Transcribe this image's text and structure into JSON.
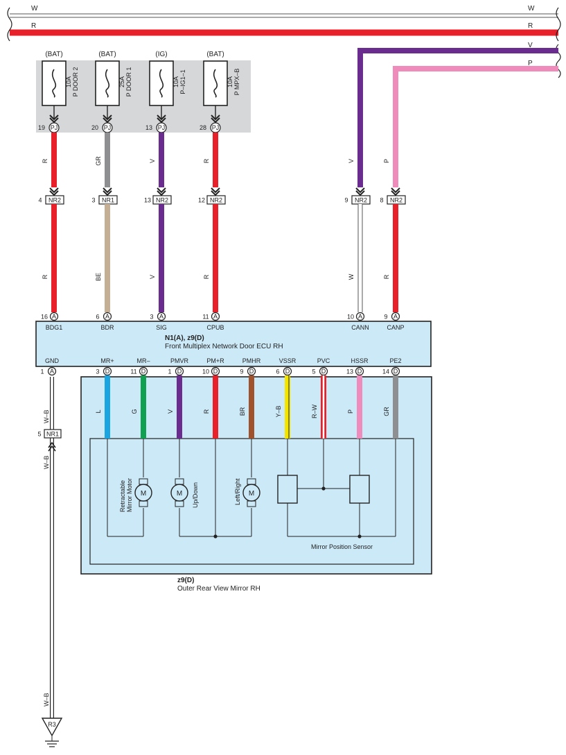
{
  "bus": {
    "w": "W",
    "r": "R",
    "v": "V",
    "p": "P"
  },
  "fuses": [
    {
      "source": "(BAT)",
      "rating": "10A",
      "name": "P DOOR 2",
      "pin": "19",
      "conn": "PJ"
    },
    {
      "source": "(BAT)",
      "rating": "25A",
      "name": "P DOOR 1",
      "pin": "20",
      "conn": "PJ"
    },
    {
      "source": "(IG)",
      "rating": "10A",
      "name": "P–IG1–1",
      "pin": "13",
      "conn": "PJ"
    },
    {
      "source": "(BAT)",
      "rating": "10A",
      "name": "P MPX–B",
      "pin": "28",
      "conn": "PJ"
    }
  ],
  "upper_wires": [
    {
      "color_code": "R",
      "color": "#e8202a"
    },
    {
      "color_code": "GR",
      "color": "#8e8f91"
    },
    {
      "color_code": "V",
      "color": "#6a2c8e"
    },
    {
      "color_code": "R",
      "color": "#e8202a"
    },
    {
      "color_code": "V",
      "color": "#6a2c8e"
    },
    {
      "color_code": "P",
      "color": "#f08cbc"
    }
  ],
  "junctions": [
    {
      "pin": "4",
      "conn": "NR2"
    },
    {
      "pin": "3",
      "conn": "NR1"
    },
    {
      "pin": "13",
      "conn": "NR2"
    },
    {
      "pin": "12",
      "conn": "NR2"
    },
    {
      "pin": "9",
      "conn": "NR2"
    },
    {
      "pin": "8",
      "conn": "NR2"
    }
  ],
  "lower_wires": [
    {
      "color_code": "R",
      "color": "#e8202a"
    },
    {
      "color_code": "BE",
      "color": "#c4ae94"
    },
    {
      "color_code": "V",
      "color": "#6a2c8e"
    },
    {
      "color_code": "R",
      "color": "#e8202a"
    },
    {
      "color_code": "W",
      "color": "#ffffff"
    },
    {
      "color_code": "R",
      "color": "#e8202a"
    }
  ],
  "ecu": {
    "title": "N1(A), z9(D)",
    "subtitle": "Front Multiplex Network Door ECU RH",
    "top_pins": [
      {
        "pin": "16",
        "conn": "A",
        "signal": "BDG1"
      },
      {
        "pin": "6",
        "conn": "A",
        "signal": "BDR"
      },
      {
        "pin": "3",
        "conn": "A",
        "signal": "SIG"
      },
      {
        "pin": "11",
        "conn": "A",
        "signal": "CPUB"
      },
      {
        "pin": "10",
        "conn": "A",
        "signal": "CANN"
      },
      {
        "pin": "9",
        "conn": "A",
        "signal": "CANP"
      }
    ],
    "bottom_pins": [
      {
        "pin": "1",
        "conn": "A",
        "signal": "GND"
      },
      {
        "pin": "3",
        "conn": "D",
        "signal": "MR+"
      },
      {
        "pin": "11",
        "conn": "D",
        "signal": "MR–"
      },
      {
        "pin": "1",
        "conn": "D",
        "signal": "PMVR"
      },
      {
        "pin": "10",
        "conn": "D",
        "signal": "PM+R"
      },
      {
        "pin": "9",
        "conn": "D",
        "signal": "PMHR"
      },
      {
        "pin": "6",
        "conn": "D",
        "signal": "VSSR"
      },
      {
        "pin": "5",
        "conn": "D",
        "signal": "PVC"
      },
      {
        "pin": "13",
        "conn": "D",
        "signal": "HSSR"
      },
      {
        "pin": "14",
        "conn": "D",
        "signal": "PE2"
      }
    ]
  },
  "mirror_wires": [
    {
      "color_code": "L",
      "color": "#1ba5e0"
    },
    {
      "color_code": "G",
      "color": "#10a050"
    },
    {
      "color_code": "V",
      "color": "#6a2c8e"
    },
    {
      "color_code": "R",
      "color": "#e8202a"
    },
    {
      "color_code": "BR",
      "color": "#a0522d"
    },
    {
      "color_code": "Y–B",
      "color": "#f4e500"
    },
    {
      "color_code": "R–W",
      "color": "#e8202a"
    },
    {
      "color_code": "P",
      "color": "#f08cbc"
    },
    {
      "color_code": "GR",
      "color": "#8e8f91"
    }
  ],
  "ground": {
    "wire_code_1": "W–B",
    "wire_code_2": "W–B",
    "wire_code_3": "W–B",
    "junction_pin": "5",
    "junction_conn": "NR1",
    "point": "R3"
  },
  "mirror": {
    "motor_symbol": "M",
    "motor1_label_1": "Retractable",
    "motor1_label_2": "Mirror Motor",
    "motor2_label": "Up/Down",
    "motor3_label": "Left/Right",
    "sensor_label": "Mirror Position Sensor",
    "title": "z9(D)",
    "subtitle": "Outer Rear View Mirror RH"
  },
  "colors": {
    "component_fill": "#cce9f7",
    "fuse_box_fill": "#d6d7d9",
    "red": "#e8202a",
    "violet": "#6a2c8e",
    "pink": "#f08cbc"
  }
}
